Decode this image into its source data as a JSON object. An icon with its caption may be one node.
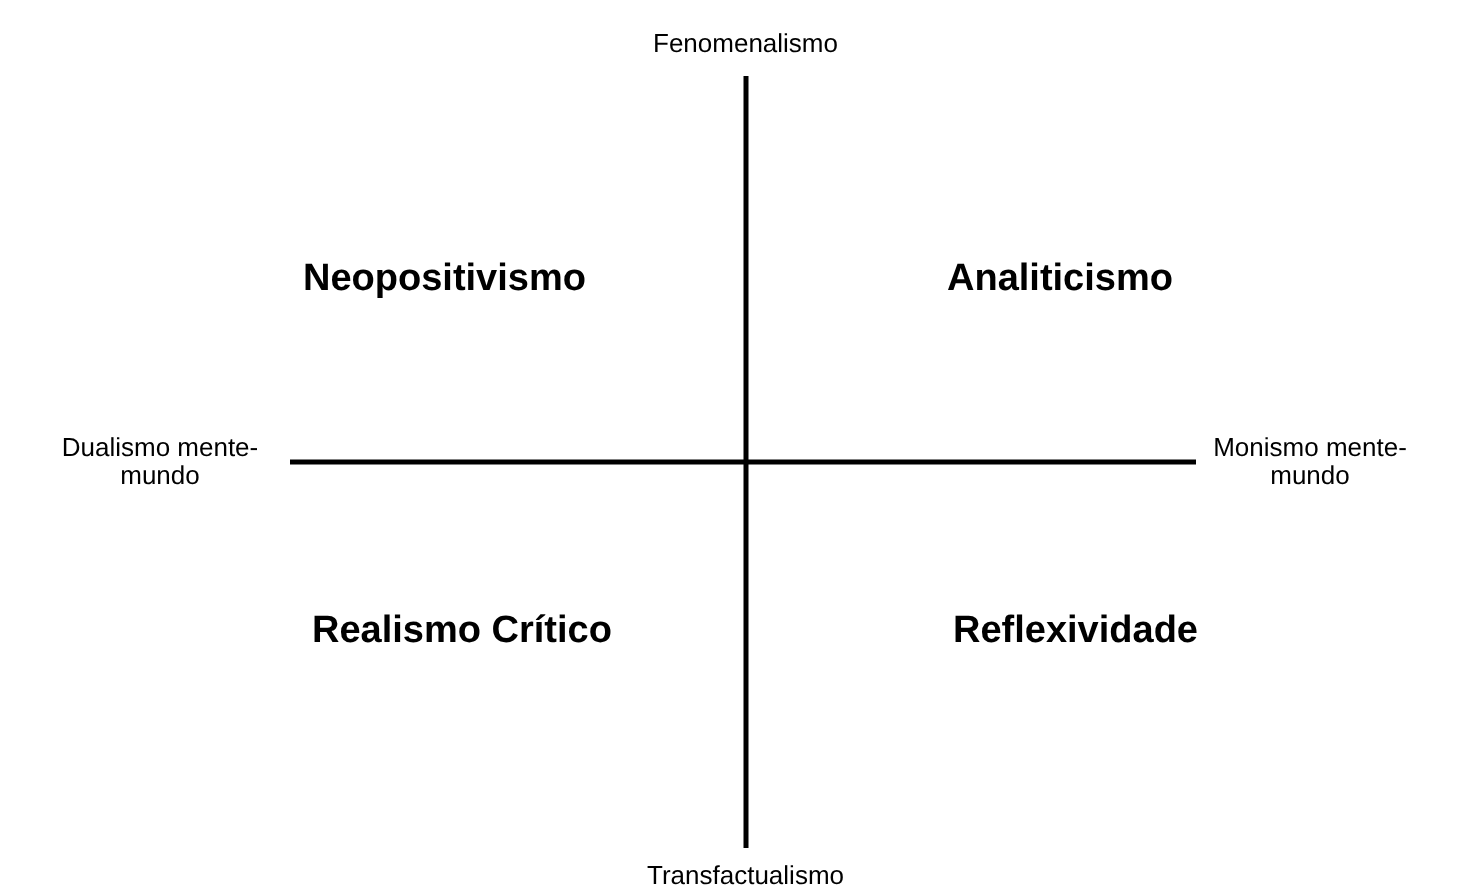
{
  "diagram": {
    "labels": [
      "Fenomenalismo",
      "Neopositivismo",
      "Analiticismo",
      "Dualismo mente-mundo",
      "Monismo mente-mundo",
      "Realismo Crítico",
      "Reflexividade",
      "Transfactualismo"
    ]
  }
}
